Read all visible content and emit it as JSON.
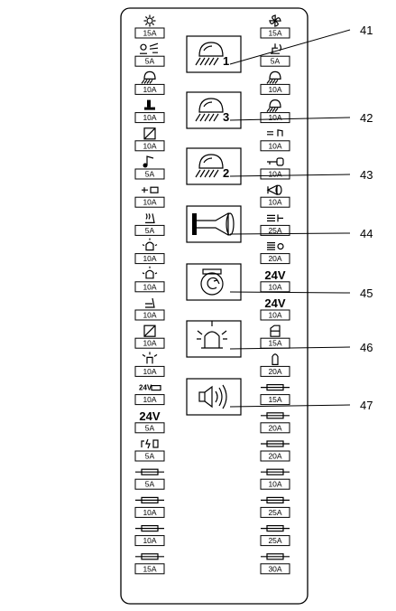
{
  "left_fuses": [
    {
      "icon": "sun-icon",
      "rating": "15A"
    },
    {
      "icon": "washer-icon",
      "rating": "5A"
    },
    {
      "icon": "work-light-icon",
      "rating": "10A"
    },
    {
      "icon": "seat-icon",
      "rating": "10A"
    },
    {
      "icon": "switch-2-icon",
      "rating": "10A"
    },
    {
      "icon": "radio-1-icon",
      "rating": "5A"
    },
    {
      "icon": "horn-relay-icon",
      "rating": "10A"
    },
    {
      "icon": "seat-heater-icon",
      "rating": "5A"
    },
    {
      "icon": "beacon-2-icon",
      "rating": "10A"
    },
    {
      "icon": "beacon-1-icon",
      "rating": "10A"
    },
    {
      "icon": "seat-adjust-icon",
      "rating": "10A"
    },
    {
      "icon": "switch-1-icon",
      "rating": "10A"
    },
    {
      "icon": "rotating-beacon-icon",
      "rating": "10A"
    },
    {
      "icon": "socket-24v-icon",
      "label": "24V",
      "rating": "10A"
    },
    {
      "icon": "text-24v-icon",
      "label": "24V",
      "rating": "5A"
    },
    {
      "icon": "relay-icon",
      "rating": "5A"
    },
    {
      "icon": "fuse-icon",
      "rating": "5A"
    },
    {
      "icon": "fuse-icon",
      "rating": "10A"
    },
    {
      "icon": "fuse-icon",
      "rating": "10A"
    },
    {
      "icon": "fuse-icon",
      "rating": "15A"
    }
  ],
  "right_fuses": [
    {
      "icon": "fan-icon",
      "rating": "15A"
    },
    {
      "icon": "wiper-icon",
      "rating": "5A"
    },
    {
      "icon": "work-light-icon",
      "rating": "10A"
    },
    {
      "icon": "work-light-2-icon",
      "rating": "10A"
    },
    {
      "icon": "fog-radio-icon",
      "rating": "10A"
    },
    {
      "icon": "key-icon",
      "rating": "10A"
    },
    {
      "icon": "horn-icon",
      "rating": "10A"
    },
    {
      "icon": "heater-icon",
      "rating": "25A"
    },
    {
      "icon": "rear-window-icon",
      "rating": "20A"
    },
    {
      "icon": "text-24v-icon",
      "label": "24V",
      "rating": "10A"
    },
    {
      "icon": "text-24v-icon",
      "label": "24V",
      "rating": "10A"
    },
    {
      "icon": "cab-icon",
      "rating": "15A"
    },
    {
      "icon": "lamp-icon",
      "rating": "20A"
    },
    {
      "icon": "fuse-icon",
      "rating": "15A"
    },
    {
      "icon": "fuse-icon",
      "rating": "20A"
    },
    {
      "icon": "fuse-icon",
      "rating": "20A"
    },
    {
      "icon": "fuse-icon",
      "rating": "10A"
    },
    {
      "icon": "fuse-icon",
      "rating": "25A"
    },
    {
      "icon": "fuse-icon",
      "rating": "25A"
    },
    {
      "icon": "fuse-icon",
      "rating": "30A"
    }
  ],
  "relays": [
    {
      "icon": "work-light-relay-icon",
      "subscript": "1",
      "callout": "41"
    },
    {
      "icon": "work-light-relay-icon",
      "subscript": "3",
      "callout": "42"
    },
    {
      "icon": "work-light-relay-icon",
      "subscript": "2",
      "callout": "43"
    },
    {
      "icon": "horn-relay-icon",
      "subscript": "",
      "callout": "44"
    },
    {
      "icon": "engine-relay-icon",
      "subscript": "",
      "callout": "45"
    },
    {
      "icon": "beacon-relay-icon",
      "subscript": "",
      "callout": "46"
    },
    {
      "icon": "speaker-relay-icon",
      "subscript": "",
      "callout": "47"
    }
  ]
}
